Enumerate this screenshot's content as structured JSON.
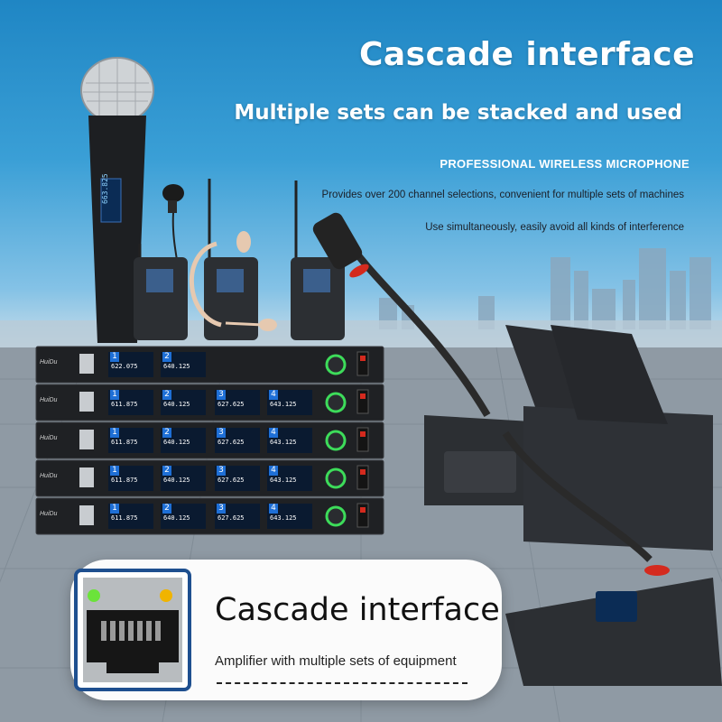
{
  "headline": "Cascade interface",
  "subline": "Multiple sets can be stacked and used",
  "tagline": "PROFESSIONAL WIRELESS MICROPHONE",
  "desc1": "Provides over 200 channel selections, convenient for multiple sets of machines",
  "desc2": "Use simultaneously, easily avoid all kinds of interference",
  "brand": "HuiDu",
  "handheld_display": "663.825",
  "receivers": [
    {
      "ch": [
        {
          "n": "1",
          "freq": "622.075"
        },
        {
          "n": "2",
          "freq": "640.125"
        }
      ]
    },
    {
      "ch": [
        {
          "n": "1",
          "freq": "611.875"
        },
        {
          "n": "2",
          "freq": "640.125"
        },
        {
          "n": "3",
          "freq": "627.625"
        },
        {
          "n": "4",
          "freq": "643.125"
        }
      ]
    },
    {
      "ch": [
        {
          "n": "1",
          "freq": "611.875"
        },
        {
          "n": "2",
          "freq": "640.125"
        },
        {
          "n": "3",
          "freq": "627.625"
        },
        {
          "n": "4",
          "freq": "643.125"
        }
      ]
    },
    {
      "ch": [
        {
          "n": "1",
          "freq": "611.875"
        },
        {
          "n": "2",
          "freq": "640.125"
        },
        {
          "n": "3",
          "freq": "627.625"
        },
        {
          "n": "4",
          "freq": "643.125"
        }
      ]
    },
    {
      "ch": [
        {
          "n": "1",
          "freq": "611.875"
        },
        {
          "n": "2",
          "freq": "640.125"
        },
        {
          "n": "3",
          "freq": "627.625"
        },
        {
          "n": "4",
          "freq": "643.125"
        }
      ]
    }
  ],
  "callout": {
    "title": "Cascade interface",
    "subtitle": "Amplifier with multiple sets of equipment"
  },
  "colors": {
    "sky": "#2b8fcf",
    "led_green": "#6be33a",
    "led_amber": "#f0b400",
    "display_blue": "#1e6fd6",
    "ring_green": "#3ddc5a",
    "mic_red": "#d42a1e"
  }
}
